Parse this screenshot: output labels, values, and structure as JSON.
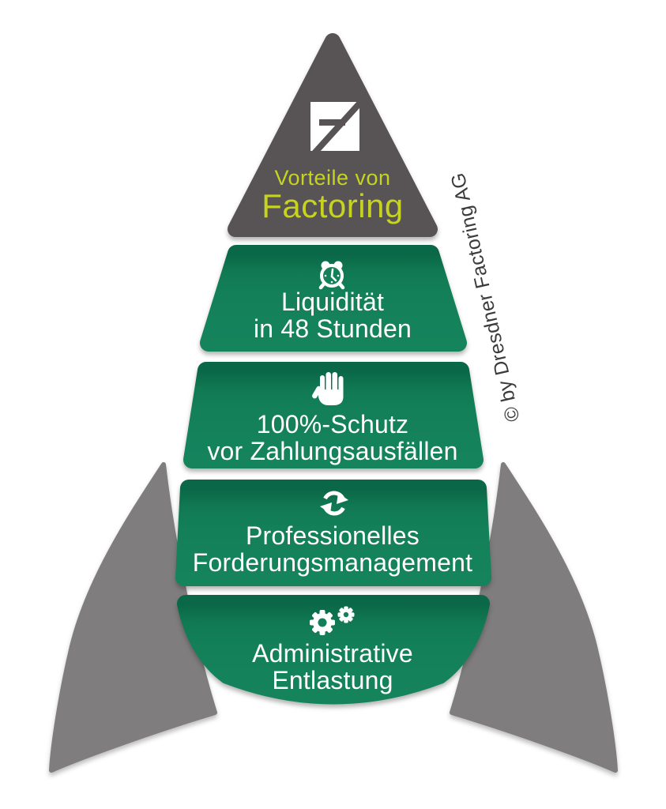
{
  "header": {
    "title_line1": "Vorteile von",
    "title_line2": "Factoring"
  },
  "watermark": "© by Dresdner Factoring AG",
  "segments": [
    {
      "icon": "alarm-clock-icon",
      "line1": "Liquidität",
      "line2": "in 48 Stunden"
    },
    {
      "icon": "hand-stop-icon",
      "line1": "100%-Schutz",
      "line2": "vor Zahlungsausfällen"
    },
    {
      "icon": "sync-arrows-icon",
      "line1": "Professionelles",
      "line2": "Forderungsmanagement"
    },
    {
      "icon": "gears-icon",
      "line1": "Administrative",
      "line2": "Entlastung"
    }
  ],
  "colors": {
    "segment_green": "#13805A",
    "segment_green_dark": "#0A6747",
    "nose_gray": "#585456",
    "fin_gray": "#7F7D7E",
    "title_lime": "#C6D420",
    "text_white": "#FFFFFF",
    "watermark_gray": "#3B3B3A"
  }
}
